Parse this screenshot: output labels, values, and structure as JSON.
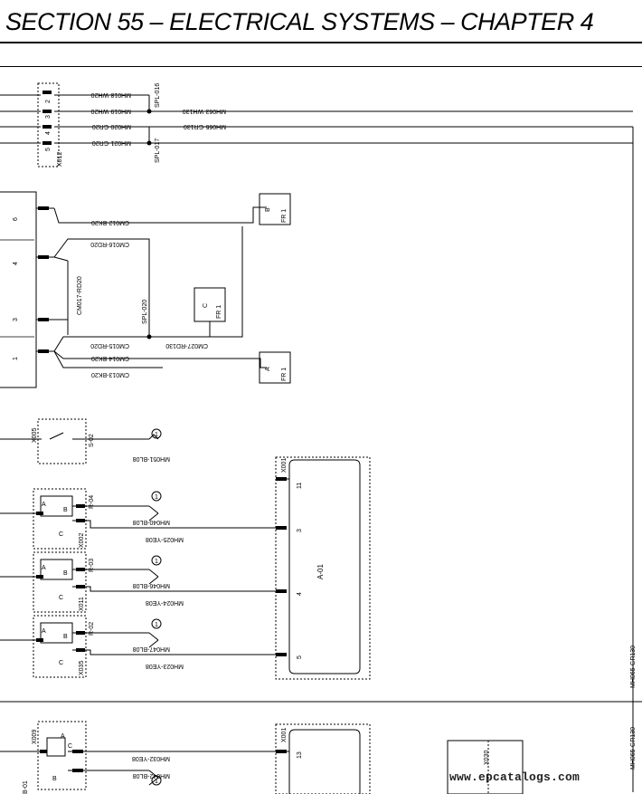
{
  "header": {
    "title": "SECTION 55 – ELECTRICAL SYSTEMS – CHAPTER 4"
  },
  "connectors": {
    "x012": "X012",
    "x005": "X005",
    "x002": "X002",
    "x011": "X011",
    "x035": "X035",
    "x001": "X001",
    "x009": "X009",
    "x030": "X030"
  },
  "x012_pins": [
    "2",
    "3",
    "4",
    "5"
  ],
  "splices": {
    "spl016": "SPL-016",
    "spl017": "SPL-017",
    "spl020": "SPL-020"
  },
  "wires_top": [
    "MH018-WH20",
    "MH019-WH20",
    "MH020-GR20",
    "MH021-GR20"
  ],
  "wires_right": [
    "MH063-WH130",
    "MH065-GR130"
  ],
  "block_pins": [
    "6",
    "4",
    "3",
    "1"
  ],
  "wires_mid": [
    "CM012-BK20",
    "CM016-RD20",
    "CM017-RD20",
    "CM015-RD20",
    "CM027-RD130",
    "CM014-BK20",
    "CM013-BK20"
  ],
  "frame_refs": [
    {
      "letter": "B",
      "frame": "FR 1"
    },
    {
      "letter": "C",
      "frame": "FR 1"
    },
    {
      "letter": "A",
      "frame": "FR 1"
    }
  ],
  "components": {
    "s02": "S-02",
    "r04": "R-04",
    "r03": "R-03",
    "r02": "R-02",
    "a01": "A-01",
    "b01": "B-01"
  },
  "sensor_pins": {
    "a": "A",
    "b": "B",
    "c": "C"
  },
  "wires_low": [
    "MH051-BL08",
    "MH040-BL08",
    "MH025-YE08",
    "MH046-BL08",
    "MH024-YE08",
    "MH047-BL08",
    "MH023-YE08",
    "MH032-YE08",
    "MH042-BL08"
  ],
  "a01_pins": [
    "11",
    "3",
    "4",
    "5"
  ],
  "x001_pin_low": "13",
  "ground_symbol": "1",
  "vertical_wire": "MH065-GR130",
  "watermark": "www.epcatalogs.com",
  "colors": {
    "ink": "#000000",
    "paper": "#ffffff"
  }
}
